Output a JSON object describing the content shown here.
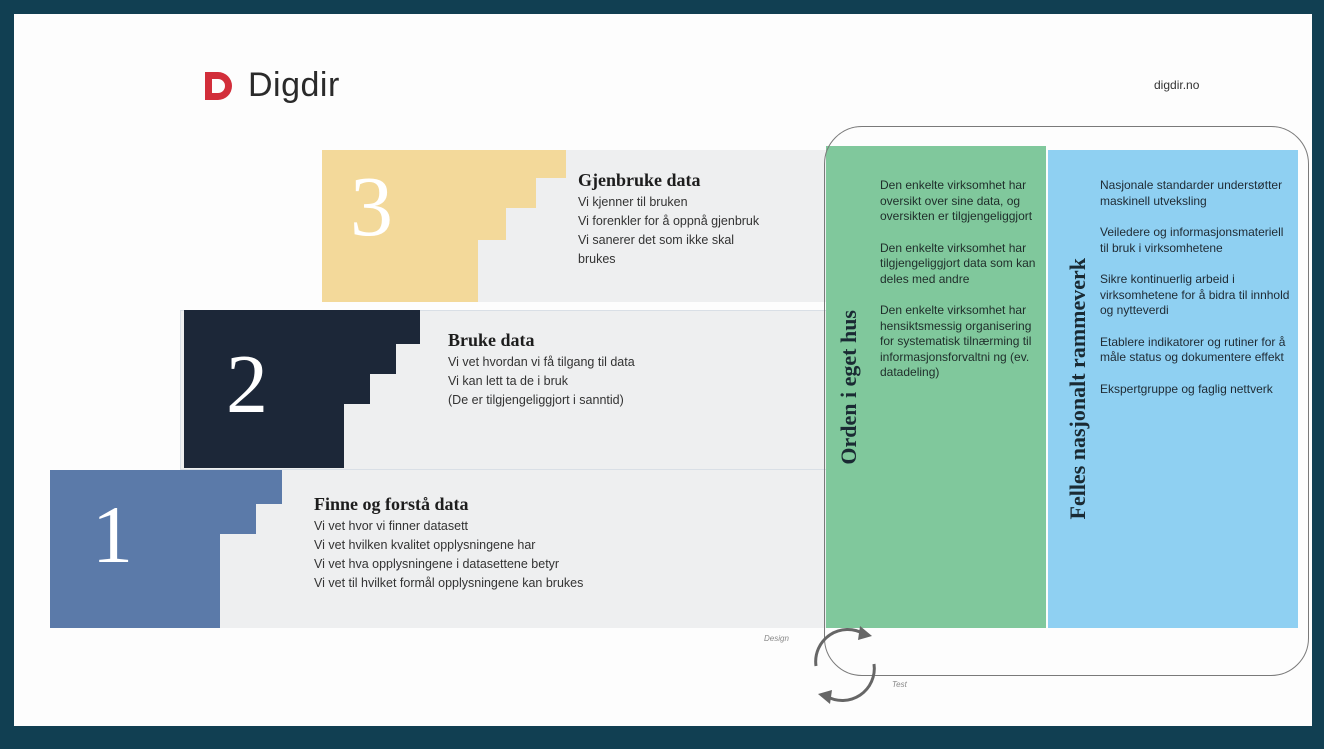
{
  "logo": {
    "name": "Digdir",
    "brand_color": "#d22e3a"
  },
  "site_url": "digdir.no",
  "steps": [
    {
      "number": "1",
      "color": "#5b7aa9",
      "title": "Finne og forstå data",
      "lines": [
        "Vi vet hvor vi finner datasett",
        "Vi vet hvilken kvalitet opplysningene  har",
        "Vi vet hva opplysningene  i datasettene betyr",
        "Vi vet til hvilket formål opplysningene  kan brukes"
      ]
    },
    {
      "number": "2",
      "color": "#1c2738",
      "title": "Bruke data",
      "lines": [
        "Vi vet hvordan vi få tilgang til data",
        "Vi kan lett ta de i bruk",
        "(De er tilgjengeliggjort  i sanntid)"
      ]
    },
    {
      "number": "3",
      "color": "#f3d99a",
      "title": "Gjenbruke data",
      "lines": [
        "Vi kjenner til bruken",
        "Vi forenkler for å oppnå gjenbruk",
        "Vi sanerer det som ikke skal",
        "brukes"
      ]
    }
  ],
  "green_panel": {
    "title": "Orden i eget hus",
    "color": "#80c89c",
    "paragraphs": [
      "Den enkelte virksomhet har oversikt over sine data, og oversikten er tilgjengeliggjort",
      "Den enkelte virksomhet har tilgjengeliggjort data som kan deles med andre",
      "Den enkelte virksomhet har hensiktsmessig organisering for systematisk tilnærming til informasjonsforvaltni ng (ev. datadeling)"
    ]
  },
  "blue_panel": {
    "title": "Felles  nasjonalt rammeverk",
    "color": "#8fd0f2",
    "paragraphs": [
      "Nasjonale standarder understøtter maskinell utveksling",
      "Veiledere og informasjonsmateriell  til bruk i virksomhetene",
      "Sikre kontinuerlig  arbeid i virksomhetene for å bidra til innhold og nytteverdi",
      "Etablere indikatorer og rutiner for å måle status og dokumentere  effekt",
      "Ekspertgruppe  og faglig nettverk"
    ]
  },
  "cycle": {
    "label_top": "Design",
    "label_bottom": "Test"
  }
}
